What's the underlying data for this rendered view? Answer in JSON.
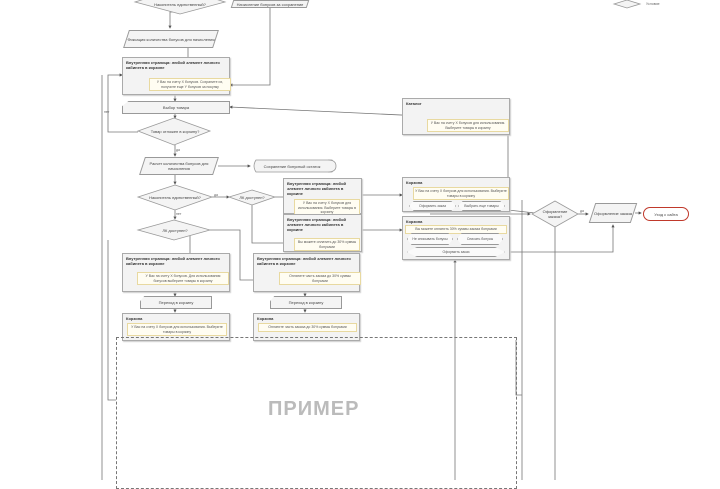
{
  "legend": {
    "condition_label": "Условие"
  },
  "watermark": "ПРИМЕР",
  "nodes": {
    "top_decision": "Накопитель единственный?",
    "top_parallelogram": "Начисление бонусов за сохранение",
    "fix_bonus": "Фиксация количества бонусов для начисления",
    "internal_page_1": {
      "title": "Внутренняя страница: любой элемент личного кабинета в корзине",
      "note": "У Вас на счету X бонусов. Сохраните их, получите еще Y бонусов за покупку"
    },
    "choose_product": "Выбор товара",
    "product_in_cart": "Товар отложен в корзину?",
    "calc_bonus": "Расчет количества бонусов для начисления",
    "save_bonus": "Сохранение бонусный остаток",
    "single_accum": "Накопитель единственный?",
    "lk_available_right": "ЛК доступен?",
    "lk_available": "ЛК доступен?",
    "internal_page_2": {
      "title": "Внутренняя страница: любой элемент личного кабинета в корзине",
      "note": "У Вас на счету X бонусов для использования. Выберите товары в корзину"
    },
    "internal_page_3": {
      "title": "Внутренняя страница: любой элемент личного кабинета в корзине",
      "note": "Вы можете оплатить до 30% суммы бонусами"
    },
    "internal_page_4": {
      "title": "Внутренняя страница: любой элемент личного кабинета в корзине",
      "note": "У Вас на счету X бонусов. Для использования бонусов выберите товары в корзину"
    },
    "internal_page_5": {
      "title": "Внутренняя страница: любой элемент личного кабинета в корзине",
      "note": "Оплатите часть заказа до 30% суммы бонусами"
    },
    "go_cart_1": "Переход в корзину",
    "go_cart_2": "Переход в корзину",
    "cart_1": {
      "title": "Корзина",
      "note": "У Вас на счету X бонусов для использования. Выберите товары в корзину"
    },
    "cart_2": {
      "title": "Корзина",
      "note": "Оплатите часть заказа до 30% суммы бонусами"
    },
    "catalog": {
      "title": "Каталог",
      "note": "У Вас на счету X бонусов для использования. Выберите товары в корзину"
    },
    "cart_3": {
      "title": "Корзина",
      "note": "У Вас на счету X бонусов для использования. Выберите товары в корзину",
      "btn1": "Оформить заказ",
      "btn2": "Выбрать еще товары"
    },
    "cart_4": {
      "title": "Корзина",
      "note": "Вы можете оплатить 30% суммы заказа бонусами",
      "btn1": "Не списывать бонусы",
      "btn2": "Списать бонусы",
      "btn3": "Оформить заказ"
    },
    "order_decision": "Оформление заказа?",
    "order": "Оформление заказа",
    "exit": "Уход с сайта"
  },
  "edge_labels": {
    "yes": "да",
    "no": "нет"
  }
}
